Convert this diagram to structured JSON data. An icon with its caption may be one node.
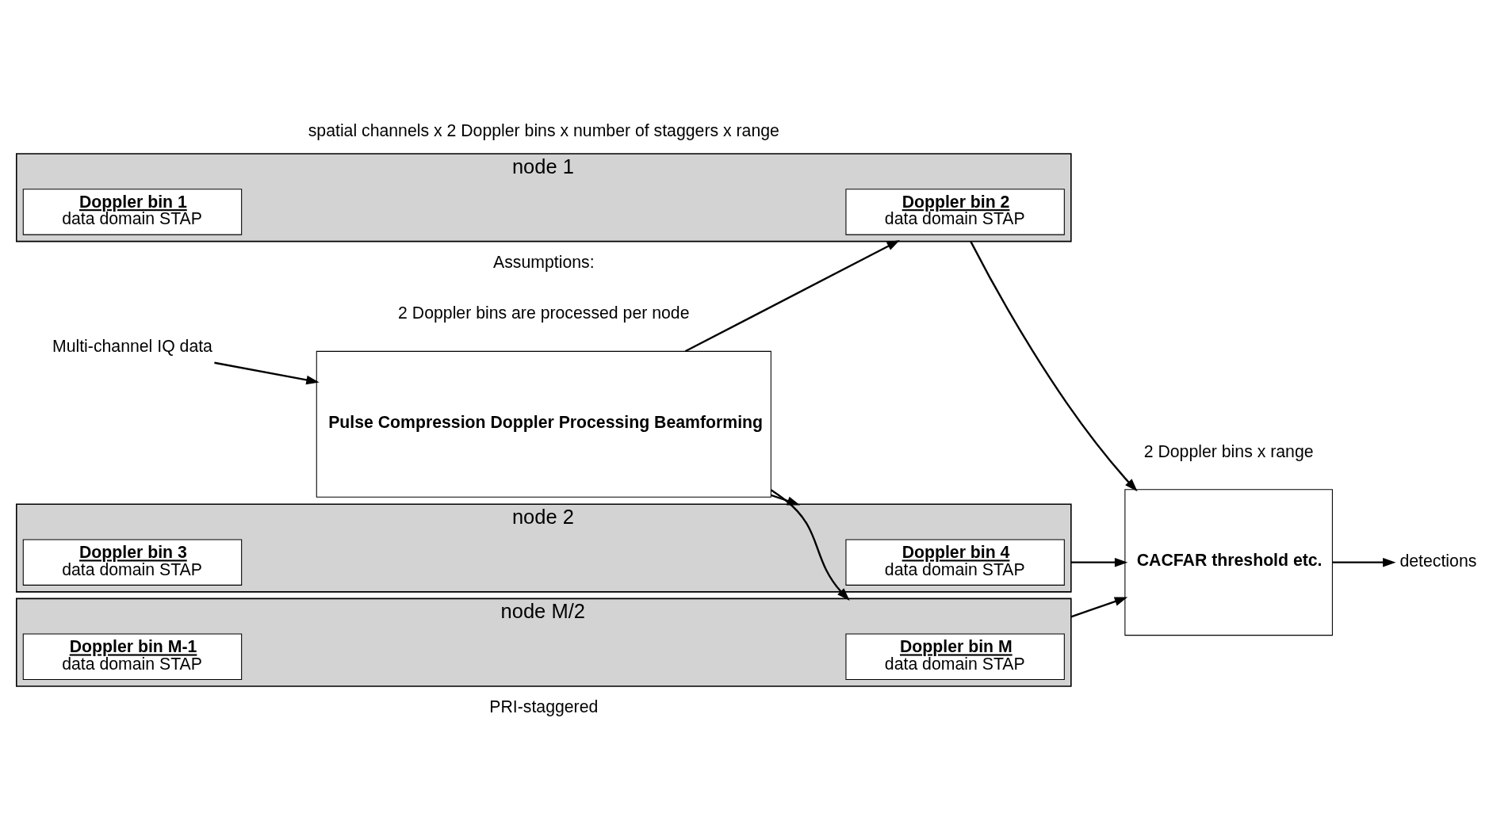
{
  "diagram": {
    "nodes": [
      {
        "text": [
          "Multi-channel IQ data"
        ]
      },
      {
        "text": [
          "Pulse Compression Doppler Processing Beamforming"
        ]
      },
      {
        "text": [
          "node 1"
        ]
      },
      {
        "text": [
          "Doppler bin 1",
          "data domain STAP"
        ],
        "in": 2
      },
      {
        "text": [
          "Doppler bin 2",
          "data domain STAP"
        ],
        "in": 2
      },
      {
        "text": [
          "node 2"
        ]
      },
      {
        "text": [
          "Doppler bin 3",
          "data domain STAP"
        ],
        "in": 5
      },
      {
        "text": [
          "Doppler bin 4",
          "data domain STAP"
        ],
        "in": 5
      },
      {
        "text": [
          "node M/2"
        ]
      },
      {
        "text": [
          "Doppler bin M-1",
          "data domain STAP"
        ],
        "in": 8
      },
      {
        "text": [
          "Doppler bin M",
          "data domain STAP"
        ],
        "in": 8
      },
      {
        "text": [
          "CACFAR threshold etc."
        ]
      },
      {
        "text": [
          "detections"
        ]
      }
    ],
    "edges": [
      {
        "from": 0,
        "to": 1,
        "arrow": "to"
      },
      {
        "from": 1,
        "to": 2,
        "arrow": "to"
      },
      {
        "from": 1,
        "to": 5,
        "arrow": "to"
      },
      {
        "from": 1,
        "to": 8,
        "arrow": "to"
      },
      {
        "from": 2,
        "to": 11,
        "arrow": "to"
      },
      {
        "from": 5,
        "to": 11,
        "arrow": "to"
      },
      {
        "from": 8,
        "to": 11,
        "arrow": "to"
      },
      {
        "from": 11,
        "to": 12,
        "arrow": "to"
      }
    ],
    "labels": [
      "spatial channels x 2 Doppler bins x number of staggers x range",
      "2 Doppler bins x range",
      "Assumptions:",
      "2 Doppler bins are processed per node",
      "PRI-staggered"
    ]
  }
}
